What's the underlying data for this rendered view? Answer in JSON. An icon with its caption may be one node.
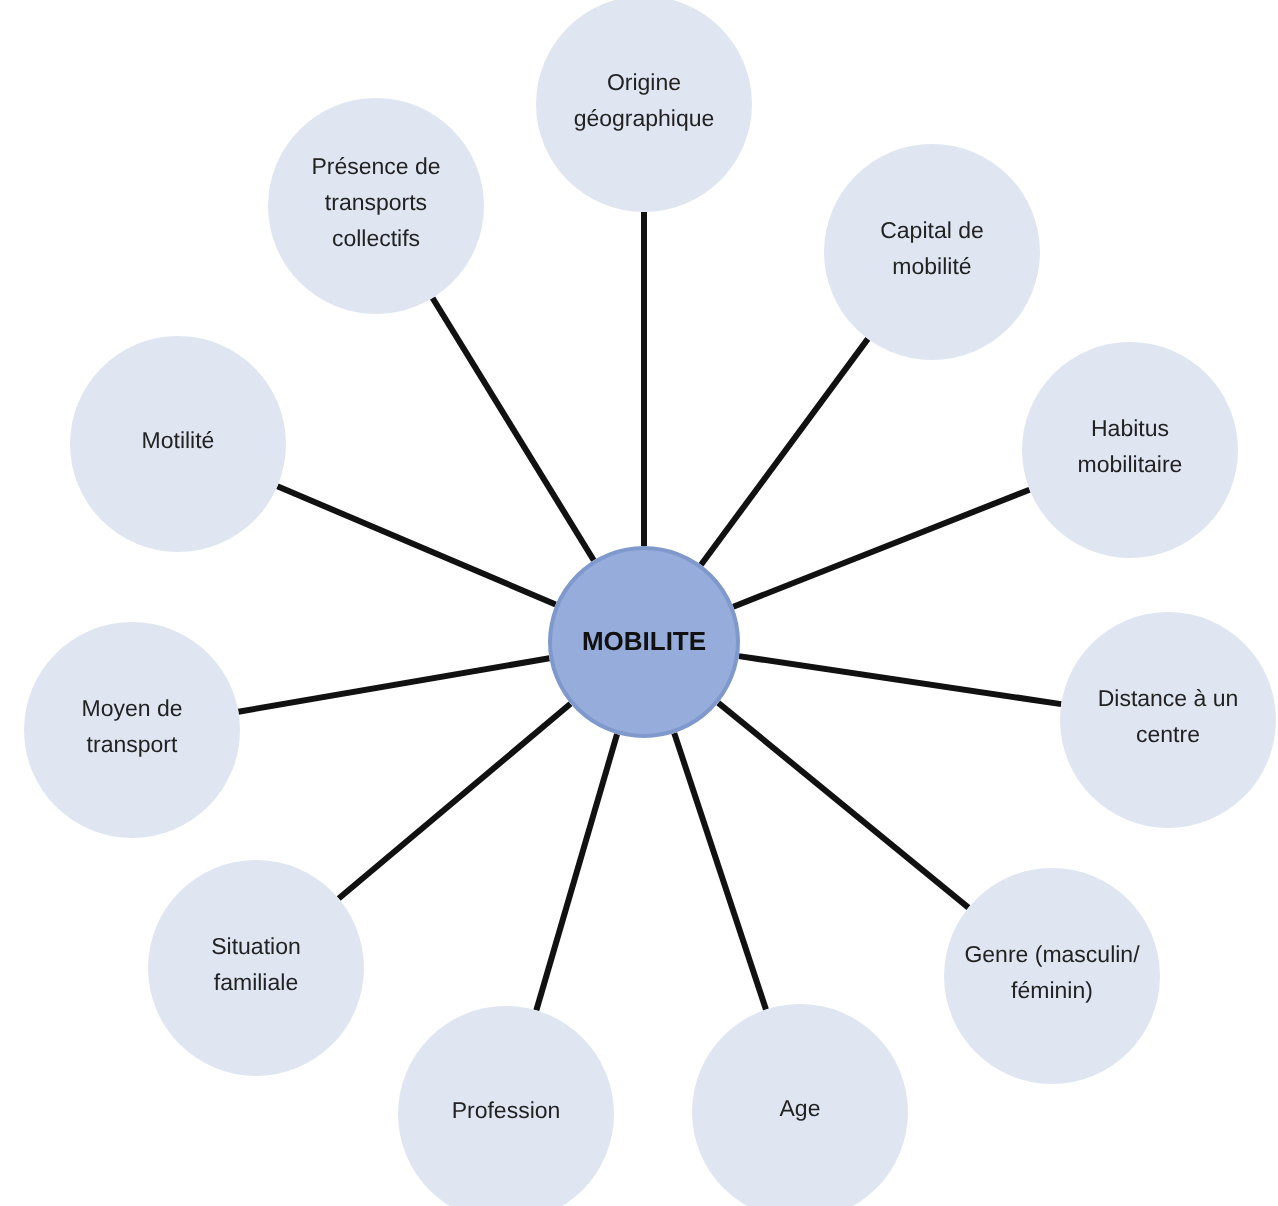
{
  "diagram": {
    "nodes": [
      {
        "text": [
          "MOBILITE"
        ]
      },
      {
        "text": [
          "Origine géographique"
        ]
      },
      {
        "text": [
          "Capital de mobilité"
        ]
      },
      {
        "text": [
          "Habitus mobilitaire"
        ]
      },
      {
        "text": [
          "Distance à un centre"
        ]
      },
      {
        "text": [
          "Genre (masculin/ féminin)"
        ]
      },
      {
        "text": [
          "Age"
        ]
      },
      {
        "text": [
          "Profession"
        ]
      },
      {
        "text": [
          "Situation familiale"
        ]
      },
      {
        "text": [
          "Moyen de transport"
        ]
      },
      {
        "text": [
          "Motilité"
        ]
      },
      {
        "text": [
          "Présence de transports collectifs"
        ]
      }
    ],
    "edges": [
      {
        "from": 0,
        "to": 1,
        "arrow": "none"
      },
      {
        "from": 0,
        "to": 2,
        "arrow": "none"
      },
      {
        "from": 0,
        "to": 3,
        "arrow": "none"
      },
      {
        "from": 0,
        "to": 4,
        "arrow": "none"
      },
      {
        "from": 0,
        "to": 5,
        "arrow": "none"
      },
      {
        "from": 0,
        "to": 6,
        "arrow": "none"
      },
      {
        "from": 0,
        "to": 7,
        "arrow": "none"
      },
      {
        "from": 0,
        "to": 8,
        "arrow": "none"
      },
      {
        "from": 0,
        "to": 9,
        "arrow": "none"
      },
      {
        "from": 0,
        "to": 10,
        "arrow": "none"
      },
      {
        "from": 0,
        "to": 11,
        "arrow": "none"
      }
    ]
  }
}
